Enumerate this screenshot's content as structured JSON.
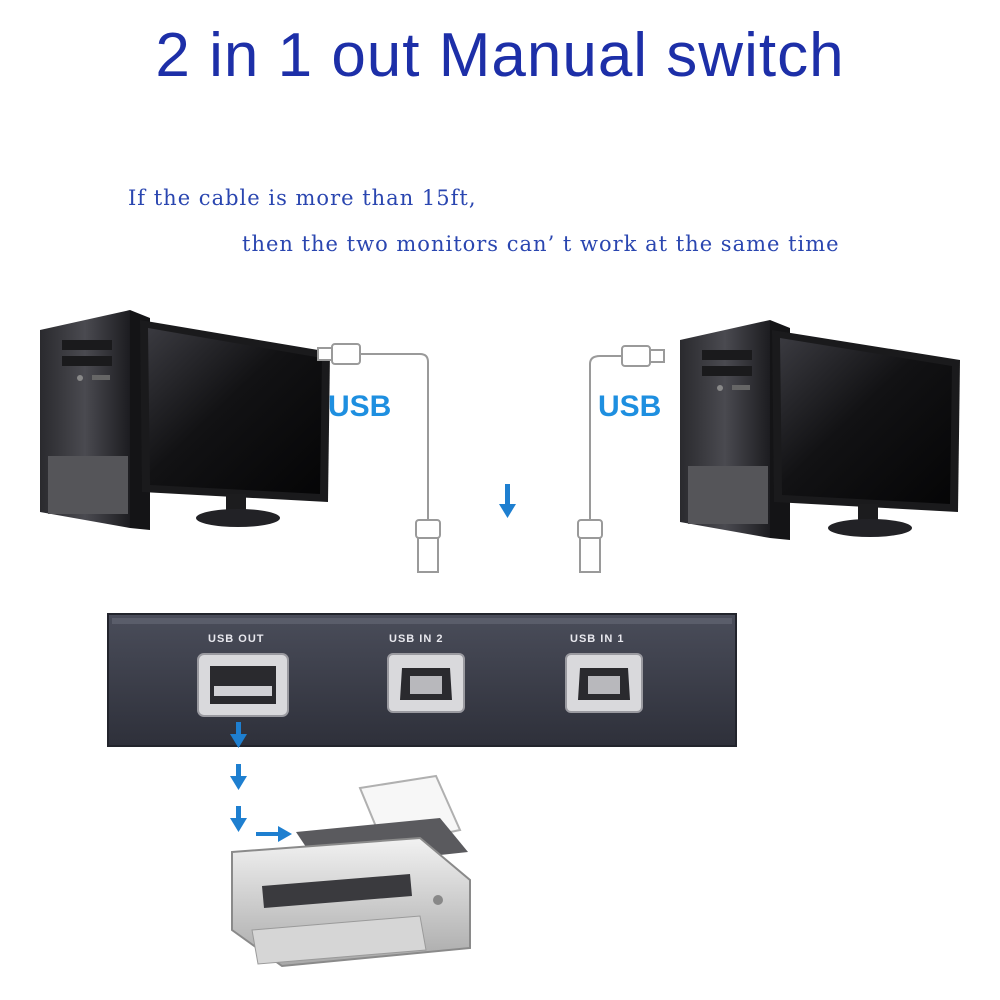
{
  "title": "2 in 1 out Manual switch",
  "note": {
    "line1": "If the cable is more than 15ft,",
    "line2": "then the two monitors can’ t work at the same time"
  },
  "cable_labels": {
    "left": "USB",
    "right": "USB"
  },
  "ports": {
    "out": "USB OUT",
    "in2": "USB IN 2",
    "in1": "USB IN 1"
  },
  "colors": {
    "title": "#1d2fa8",
    "note": "#2a46b0",
    "usb_label": "#1e8fe0",
    "arrow": "#1e7fd0",
    "switch_body": "#3a3d4a"
  },
  "icons": [
    "desktop-computer-icon",
    "monitor-icon",
    "usb-cable-icon",
    "down-arrow-icon",
    "printer-icon",
    "usb-a-port-icon",
    "usb-b-port-icon"
  ]
}
